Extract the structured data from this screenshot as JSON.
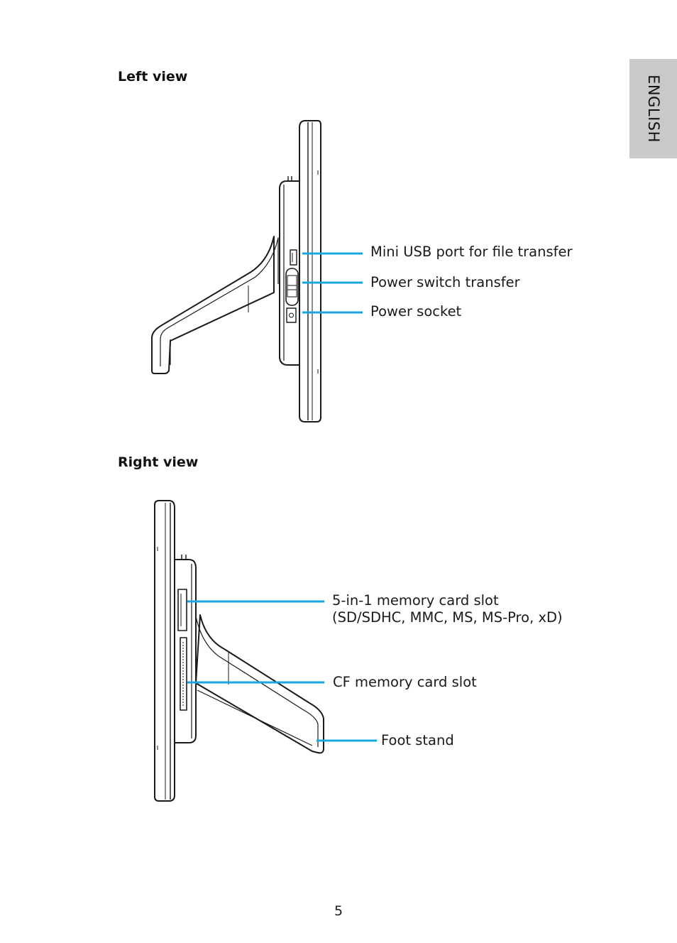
{
  "language_tab": "ENGLISH",
  "left_view": {
    "heading": "Left view",
    "callouts": {
      "usb": "Mini USB port for file transfer",
      "switch": "Power switch transfer",
      "socket": "Power socket"
    }
  },
  "right_view": {
    "heading": "Right view",
    "callouts": {
      "card_line1": "5-in-1 memory card slot",
      "card_line2": "(SD/SDHC, MMC, MS, MS-Pro, xD)",
      "cf": "CF memory card slot",
      "stand": "Foot stand"
    }
  },
  "page_number": "5",
  "colors": {
    "callout_line": "#1ba6e0",
    "outline": "#1a1a1a",
    "tab_bg": "#c9c9cb"
  }
}
